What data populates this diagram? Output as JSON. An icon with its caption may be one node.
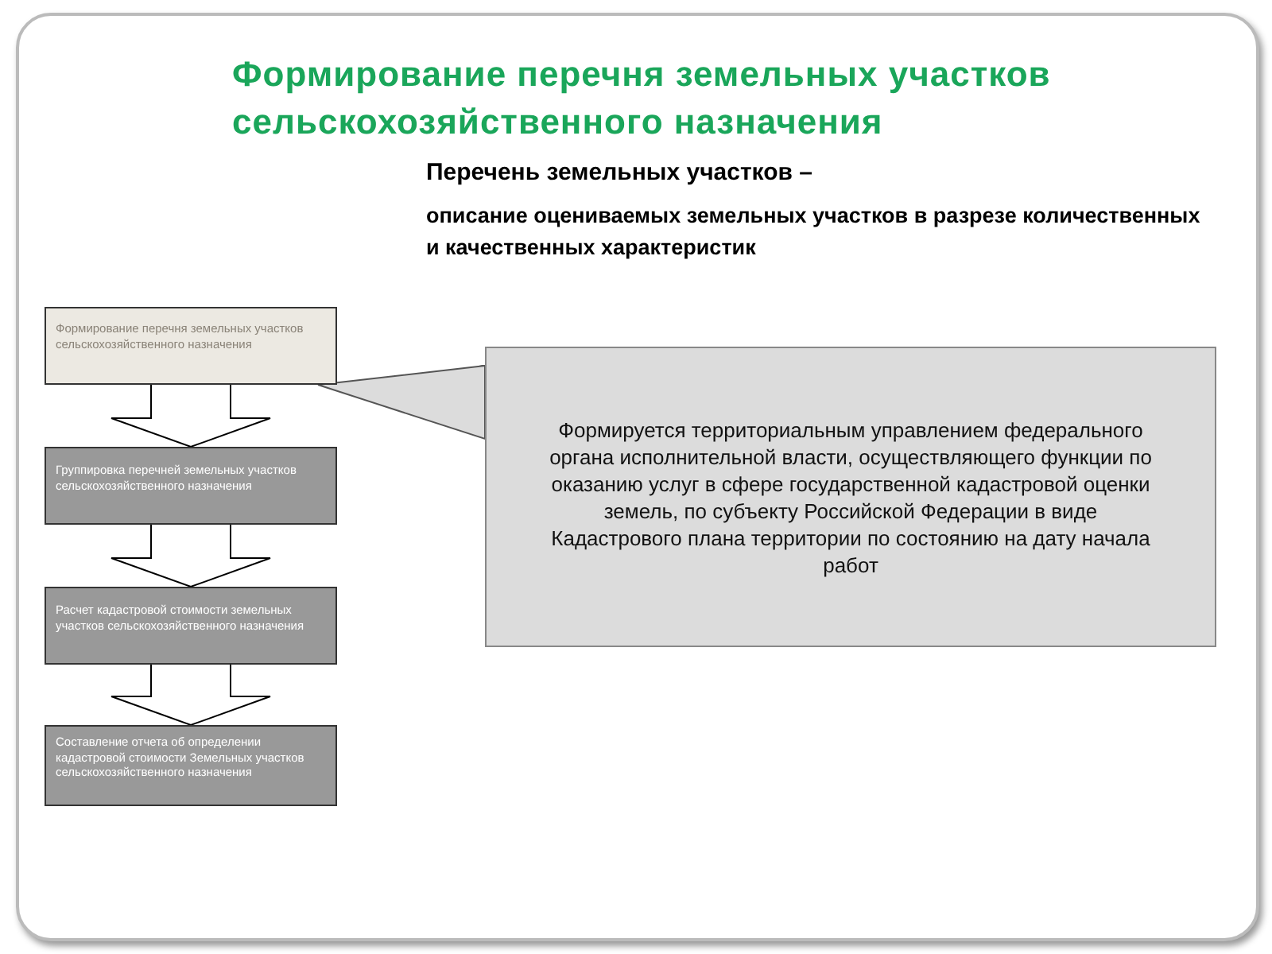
{
  "diagram": {
    "title": "Формирование перечня земельных участков сельскохозяйственного назначения",
    "nodes": [
      {
        "text": [
          "Формирование перечня земельных участков сельскохозяйственного назначения"
        ]
      },
      {
        "text": [
          "Группировка перечней земельных участков сельскохозяйственного назначения"
        ]
      },
      {
        "text": [
          "Расчет кадастровой стоимости земельных участков сельскохозяйственного назначения"
        ]
      },
      {
        "text": [
          "Составление отчета об определении кадастровой стоимости Земельных участков сельскохозяйственного назначения"
        ]
      },
      {
        "text": [
          "Формируется территориальным управлением федерального органа исполнительной власти, осуществляющего функции по оказанию услуг в сфере государственной кадастровой оценки земель, по субъекту Российской Федерации в виде Кадастрового плана территории по состоянию на дату начала работ"
        ]
      }
    ],
    "edges": [
      {
        "from": 0,
        "to": 1,
        "arrow": "to"
      },
      {
        "from": 1,
        "to": 2,
        "arrow": "to"
      },
      {
        "from": 2,
        "to": 3,
        "arrow": "to"
      },
      {
        "from": 4,
        "to": 0,
        "arrow": "none"
      }
    ],
    "labels": [
      "Перечень земельных участков –",
      "описание оцениваемых земельных участков в разрезе количественных и качественных  характеристик"
    ]
  }
}
